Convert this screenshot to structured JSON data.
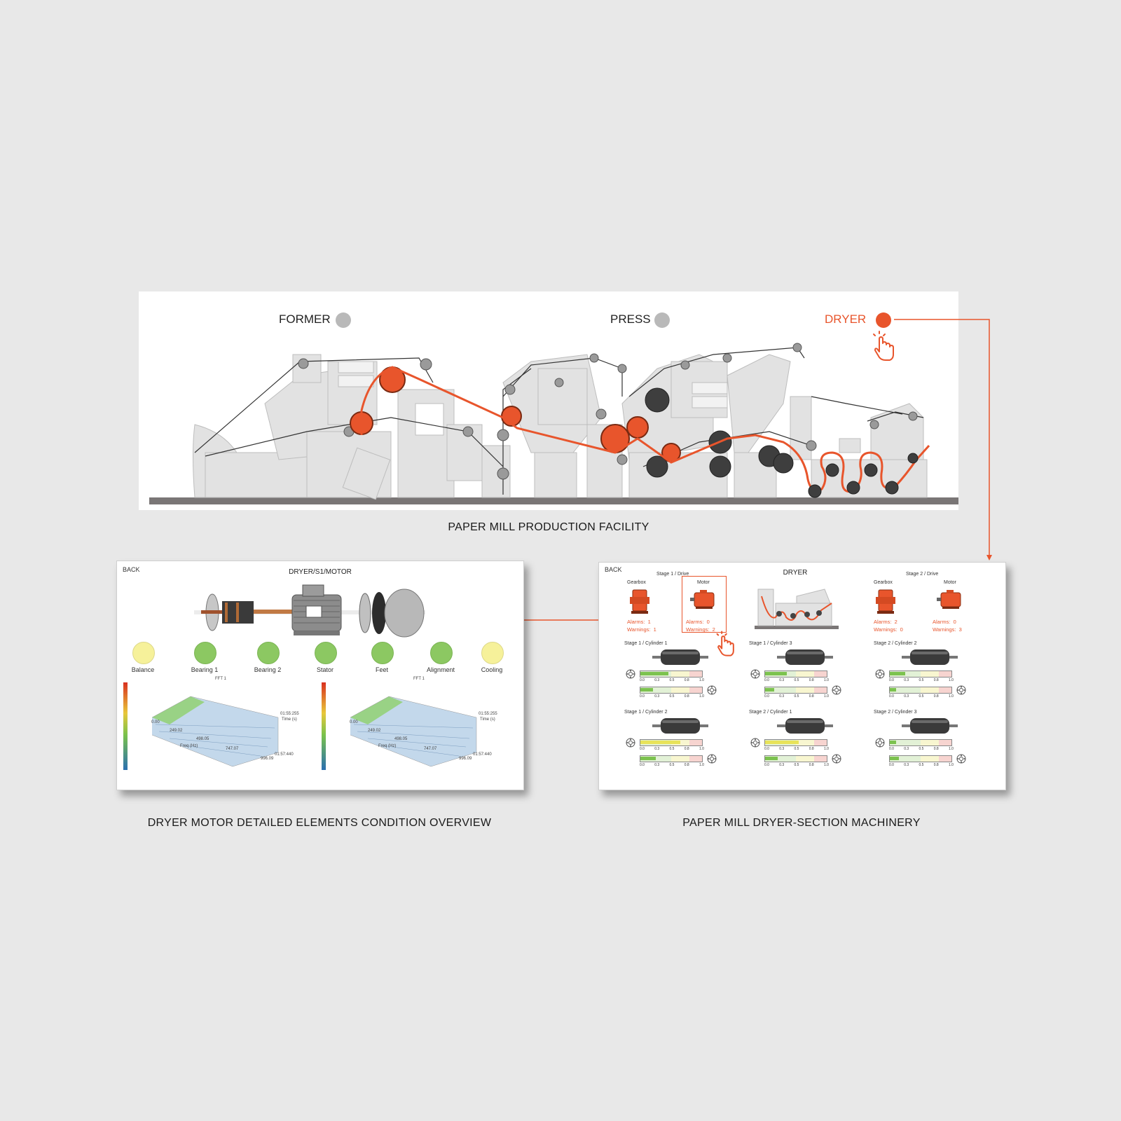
{
  "facility": {
    "sections": [
      {
        "label": "FORMER",
        "status": "inactive"
      },
      {
        "label": "PRESS",
        "status": "inactive"
      },
      {
        "label": "DRYER",
        "status": "active"
      }
    ],
    "caption": "PAPER MILL PRODUCTION FACILITY"
  },
  "motor_screen": {
    "back": "BACK",
    "title": "DRYER/S1/MOTOR",
    "indicators": [
      {
        "label": "Balance",
        "status": "yellow"
      },
      {
        "label": "Bearing 1",
        "status": "green"
      },
      {
        "label": "Bearing 2",
        "status": "green"
      },
      {
        "label": "Stator",
        "status": "green"
      },
      {
        "label": "Feet",
        "status": "green"
      },
      {
        "label": "Alignment",
        "status": "green"
      },
      {
        "label": "Cooling",
        "status": "yellow"
      }
    ],
    "fft_plots": [
      {
        "title": "FFT 1",
        "freq_ticks": [
          "0.00",
          "249.02",
          "498.05",
          "747.07",
          "996.09"
        ],
        "freq_label": "Freq (Hz)",
        "time_label": "Time (s)",
        "time_start": "01:55:255",
        "time_end": "01:57:440"
      },
      {
        "title": "FFT 1",
        "freq_ticks": [
          "0.00",
          "249.02",
          "498.05",
          "747.07",
          "996.09"
        ],
        "freq_label": "Freq (Hz)",
        "time_label": "Time (s)",
        "time_start": "01:55:255",
        "time_end": "01:57:440"
      }
    ],
    "caption": "DRYER MOTOR DETAILED ELEMENTS CONDITION OVERVIEW"
  },
  "dryer_screen": {
    "back": "BACK",
    "title": "DRYER",
    "stage1_title": "Stage 1 / Drive",
    "stage2_title": "Stage 2 / Drive",
    "drives": [
      {
        "name": "Gearbox",
        "alarms_label": "Alarms:",
        "alarms": "1",
        "warnings_label": "Warnings:",
        "warnings": "1"
      },
      {
        "name": "Motor",
        "alarms_label": "Alarms:",
        "alarms": "0",
        "warnings_label": "Warnings:",
        "warnings": "2"
      },
      {
        "name": "Gearbox",
        "alarms_label": "Alarms:",
        "alarms": "2",
        "warnings_label": "Warnings:",
        "warnings": "0"
      },
      {
        "name": "Motor",
        "alarms_label": "Alarms:",
        "alarms": "0",
        "warnings_label": "Warnings:",
        "warnings": "3"
      }
    ],
    "cylinders": [
      {
        "name": "Stage 1 / Cylinder 1",
        "g1": 0.45,
        "g2": 0.2
      },
      {
        "name": "Stage 1 / Cylinder 3",
        "g1": 0.35,
        "g2": 0.15
      },
      {
        "name": "Stage 2 / Cylinder 2",
        "g1": 0.25,
        "g2": 0.1
      },
      {
        "name": "Stage 1 / Cylinder 2",
        "g1": 0.65,
        "g2": 0.25
      },
      {
        "name": "Stage 2 / Cylinder 1",
        "g1": 0.55,
        "g2": 0.2
      },
      {
        "name": "Stage 2 / Cylinder 3",
        "g1": 0.1,
        "g2": 0.15
      }
    ],
    "gauge_ticks": [
      "0.0",
      "0.3",
      "0.5",
      "0.8",
      "1.0"
    ],
    "caption": "PAPER MILL DRYER-SECTION MACHINERY"
  },
  "colors": {
    "accent": "#e8552c",
    "inactive": "#b9b9b9",
    "ok": "#8cc862",
    "warn": "#f6f19a"
  }
}
